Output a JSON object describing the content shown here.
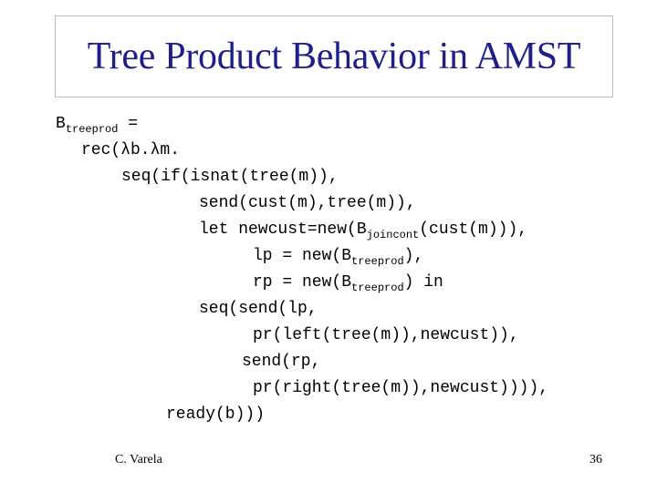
{
  "slide": {
    "title": "Tree Product Behavior in AMST",
    "author": "C. Varela",
    "page_number": "36"
  },
  "code": {
    "l1_a": "B",
    "l1_sub": "treeprod",
    "l1_b": " =",
    "l2": "rec(λb.λm.",
    "l3": "seq(if(isnat(tree(m)),",
    "l4": "send(cust(m),tree(m)),",
    "l5_a": "let newcust=new(B",
    "l5_sub": "joincont",
    "l5_b": "(cust(m))),",
    "l6_a": "lp = new(B",
    "l6_sub": "treeprod",
    "l6_b": "),",
    "l7_a": "rp = new(B",
    "l7_sub": "treeprod",
    "l7_b": ") in",
    "l8": "seq(send(lp,",
    "l9": "pr(left(tree(m)),newcust)),",
    "l10": "send(rp,",
    "l11": "pr(right(tree(m)),newcust)))),",
    "l12": "ready(b)))"
  }
}
